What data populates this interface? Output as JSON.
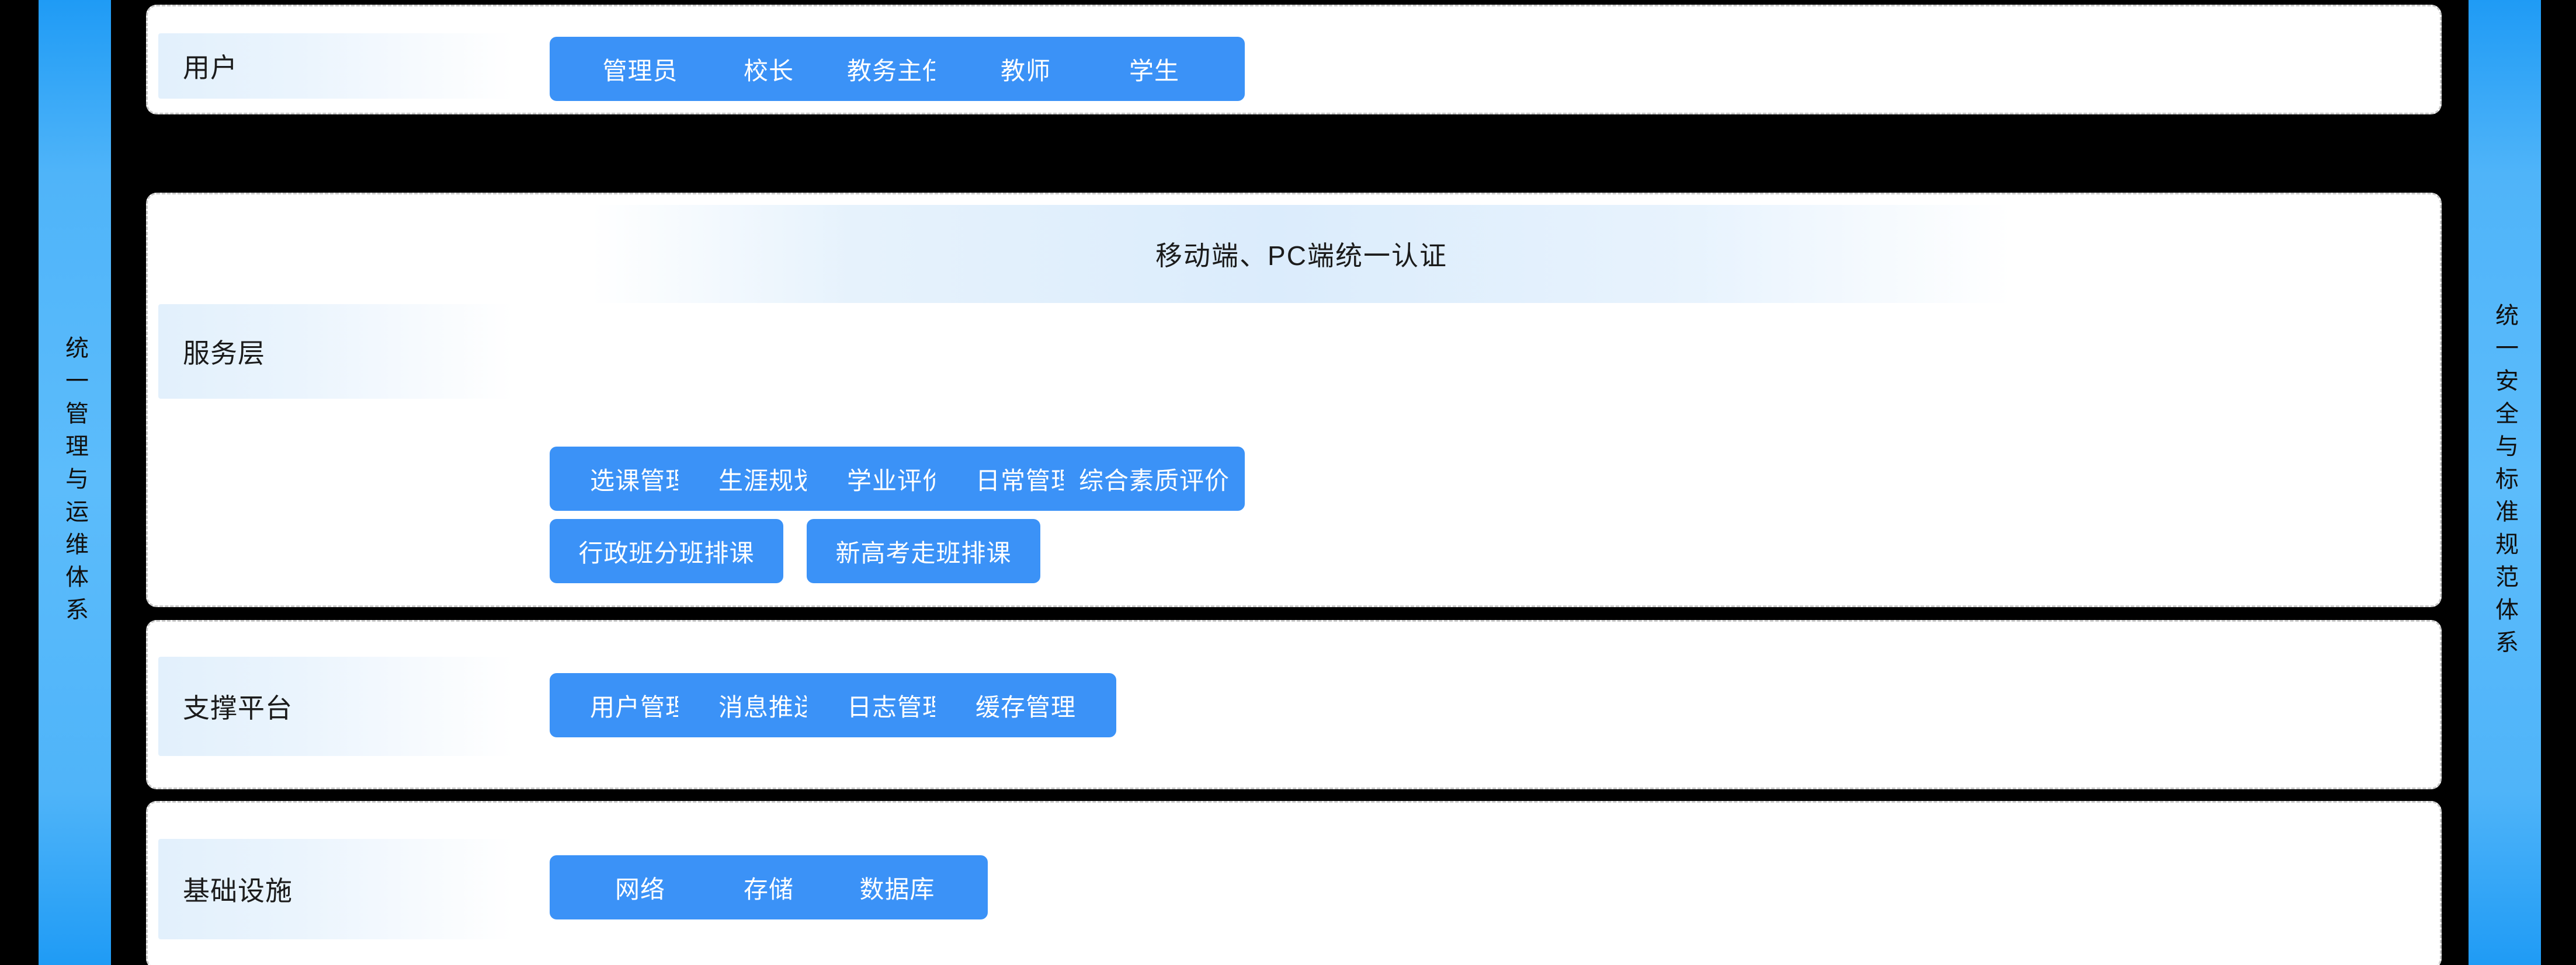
{
  "rails": {
    "left": {
      "text": "统一管理与运维体系",
      "color": "#4fb4f9"
    },
    "right": {
      "text": "统一安全与标准规范体系",
      "color": "#4fb4f9"
    }
  },
  "theme": {
    "button_blue": "#3b92f7",
    "button_text": "#ffffff",
    "card_background": "#ffffff",
    "card_border": "#c9c9c9",
    "page_background": "#000000",
    "label_gradient_start": "#e2f0fc",
    "label_gradient_end": "#ffffff"
  },
  "layers": [
    {
      "id": "users",
      "label": "用户",
      "items": [
        "管理员",
        "校长",
        "教务主任",
        "教师",
        "学生"
      ]
    },
    {
      "id": "service",
      "label": "服务层",
      "banner": "移动端、PC端统一认证",
      "row1": [
        "选课管理",
        "生涯规划",
        "学业评价",
        "日常管理",
        "综合素质评价"
      ],
      "row2": [
        "行政班分班排课",
        "新高考走班排课"
      ]
    },
    {
      "id": "support",
      "label": "支撑平台",
      "items": [
        "用户管理",
        "消息推送",
        "日志管理",
        "缓存管理"
      ]
    },
    {
      "id": "infra",
      "label": "基础设施",
      "items": [
        "网络",
        "存储",
        "数据库"
      ]
    }
  ]
}
